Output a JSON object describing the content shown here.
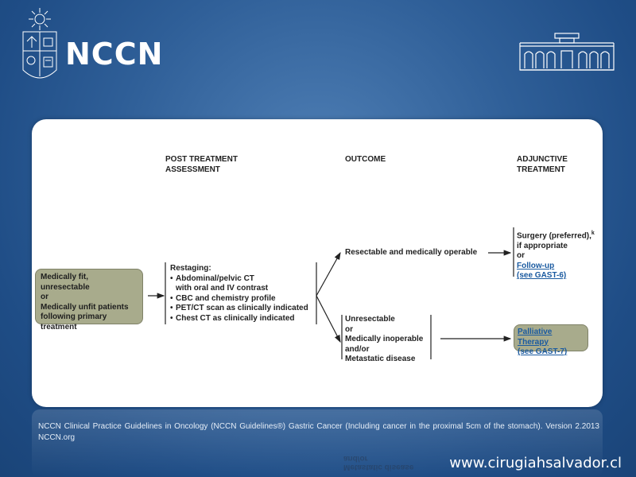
{
  "brand": {
    "name": "NCCN"
  },
  "columns": {
    "post_treatment": "POST TREATMENT\nASSESSMENT",
    "outcome": "OUTCOME",
    "adjunctive": "ADJUNCTIVE\nTREATMENT"
  },
  "patient_box": {
    "line1": "Medically fit, unresectable",
    "line2": "or",
    "line3": "Medically unfit patients",
    "line4": "following primary",
    "line5": "treatment"
  },
  "restaging": {
    "title": "Restaging:",
    "items": [
      "Abdominal/pelvic CT",
      "with oral and IV contrast",
      "CBC and chemistry profile",
      "PET/CT scan as clinically indicated",
      "Chest CT as clinically indicated"
    ]
  },
  "outcome_resectable": "Resectable and medically operable",
  "outcome_unresectable": {
    "line1": "Unresectable",
    "line2": "or",
    "line3": "Medically inoperable",
    "line4": "and/or",
    "line5": "Metastatic disease"
  },
  "treatment_surgery": {
    "line1": "Surgery (preferred),",
    "sup": "k",
    "line2": "if appropriate",
    "line3": "or",
    "link1": "Follow-up",
    "link2": "(see GAST-6)"
  },
  "treatment_palliative": {
    "link1": "Palliative Therapy",
    "link2": "(see GAST-7)"
  },
  "footer": {
    "citation": "NCCN Clinical Practice Guidelines in Oncology (NCCN Guidelines®) Gastric Cancer (Including cancer in the proximal 5cm of the stomach). Version 2.2013 NCCN.org"
  },
  "reflection_text": {
    "line1": "Metastatic disease",
    "line2": "and/or"
  },
  "website": "www.cirugiahsalvador.cl",
  "colors": {
    "background": "#2f5f98",
    "patient_box": "#a8ab8c",
    "link": "#1a5aa0"
  },
  "icons": {
    "left_logo": "university-seal-icon",
    "right_logo": "building-facade-icon"
  }
}
